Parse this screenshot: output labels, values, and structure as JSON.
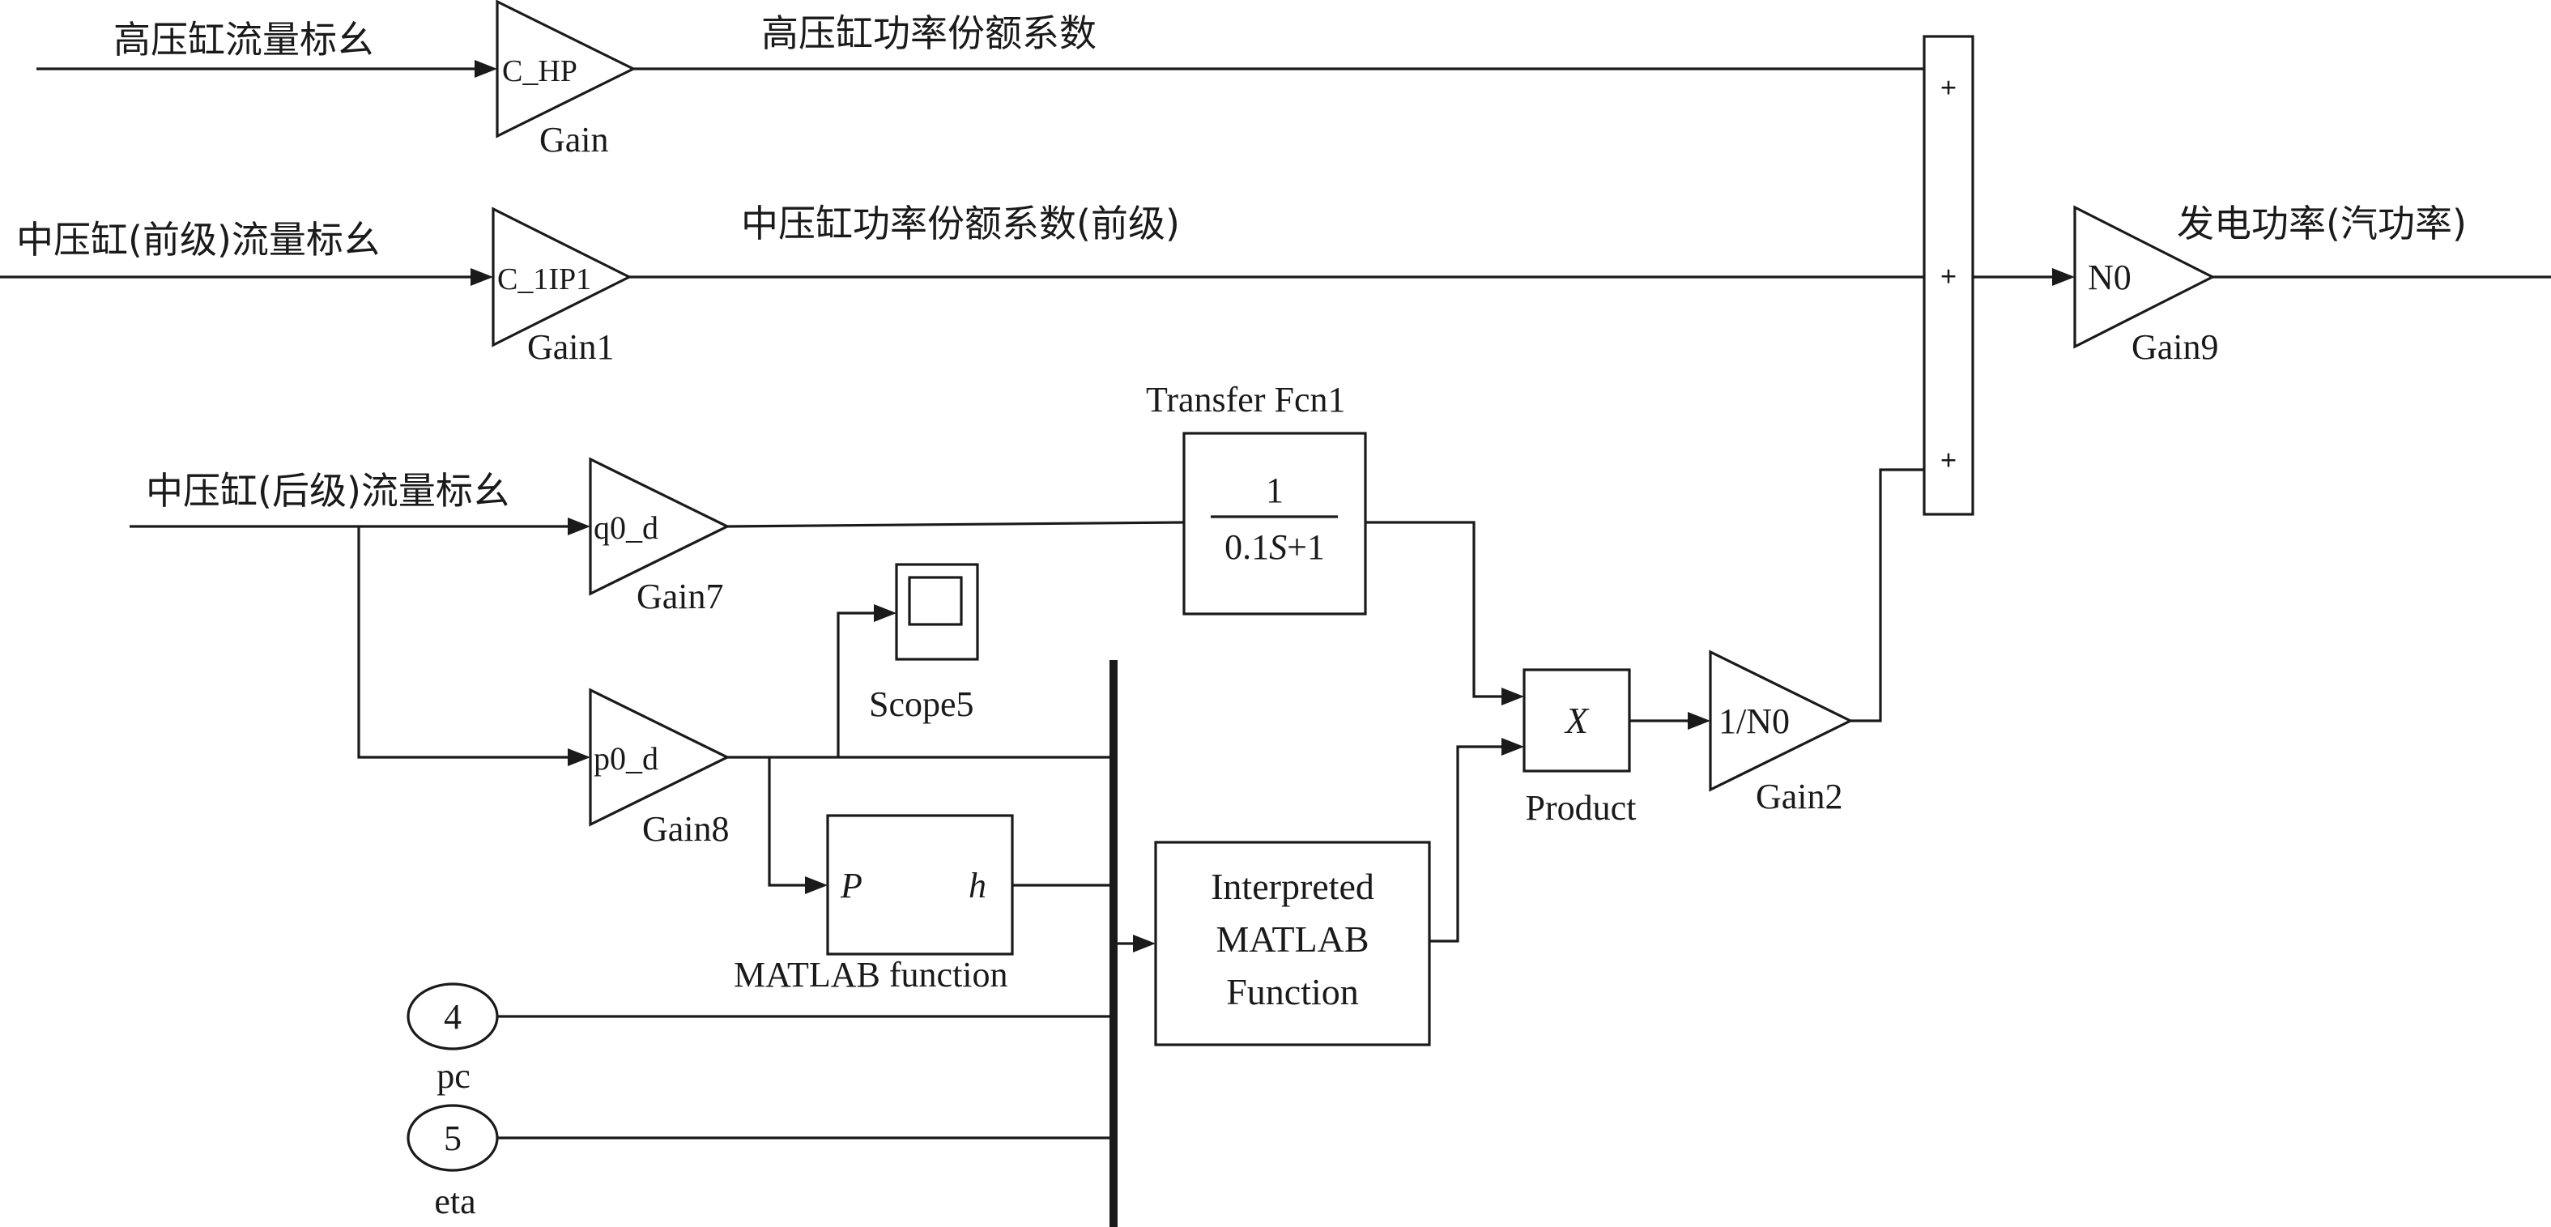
{
  "signals": {
    "hp_flow": "高压缸流量标幺",
    "ip1_flow": "中压缸(前级)流量标幺",
    "ip2_flow": "中压缸(后级)流量标幺",
    "hp_power": "高压缸功率份额系数",
    "ip1_power": "中压缸功率份额系数(前级)",
    "output": "发电功率(汽功率)"
  },
  "blocks": {
    "gain": {
      "value": "C_HP",
      "name": "Gain"
    },
    "gain1": {
      "value": "C_1IP1",
      "name": "Gain1"
    },
    "gain7": {
      "value": "q0_d",
      "name": "Gain7"
    },
    "gain8": {
      "value": "p0_d",
      "name": "Gain8"
    },
    "gain9": {
      "value": "N0",
      "name": "Gain9"
    },
    "gain2": {
      "value": "1/N0",
      "name": "Gain2"
    },
    "transfer": {
      "name": "Transfer Fcn1",
      "numerator": "1",
      "denominator_a": "0.1",
      "denominator_s": "S",
      "denominator_b": "+1"
    },
    "scope": {
      "name": "Scope5"
    },
    "matlab_fn": {
      "name": "MATLAB function",
      "in_port": "P",
      "out_port": "h"
    },
    "interpreted": {
      "line1": "Interpreted",
      "line2": "MATLAB",
      "line3": "Function"
    },
    "product": {
      "symbol": "X",
      "name": "Product"
    },
    "sum": {
      "signs": [
        "+",
        "+",
        "+"
      ]
    },
    "inport4": {
      "number": "4",
      "name": "pc"
    },
    "inport5": {
      "number": "5",
      "name": "eta"
    }
  }
}
